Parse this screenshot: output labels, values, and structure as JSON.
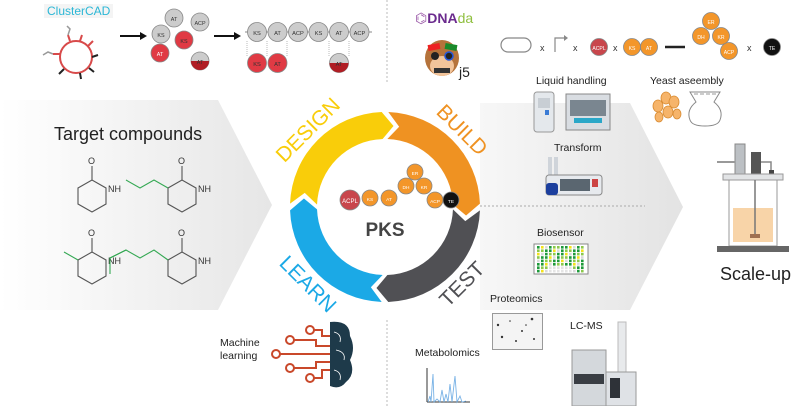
{
  "top_left": {
    "tool_name": "ClusterCAD",
    "tool_color": "#2bb7d6",
    "domain_set_1": [
      "AT",
      "ACP",
      "KS",
      "KS",
      "AT",
      "AT"
    ],
    "chain_top": [
      "KS",
      "AT",
      "ACP",
      "KS",
      "AT",
      "ACP"
    ],
    "chain_bottom": [
      "KS",
      "AT",
      "AT"
    ]
  },
  "top_right": {
    "dnada_logo": {
      "prefix": "DNA",
      "suffix": "da"
    },
    "j5_label": "j5",
    "assembly_parts": [
      "ACPL",
      "KS",
      "AT",
      "ER",
      "DH",
      "KR",
      "ACP",
      "TE"
    ],
    "times_symbol": "x",
    "liquid_handling_label": "Liquid handling",
    "yeast_assembly_label": "Yeast aseembly",
    "transform_label": "Transform"
  },
  "left_panel": {
    "title": "Target compounds",
    "nh_label": "NH",
    "o_label": "O"
  },
  "cycle": {
    "center_label": "PKS",
    "stages": [
      {
        "label": "DESIGN",
        "color": "#f9cd0a"
      },
      {
        "label": "BUILD",
        "color": "#ef9222"
      },
      {
        "label": "TEST",
        "color": "#505054"
      },
      {
        "label": "LEARN",
        "color": "#1ba9e6"
      }
    ],
    "domains": [
      {
        "label": "ACPL",
        "color": "#c8464c"
      },
      {
        "label": "KS",
        "color": "#f3962a"
      },
      {
        "label": "AT",
        "color": "#f3962a"
      },
      {
        "label": "DH",
        "color": "#f3962a"
      },
      {
        "label": "ER",
        "color": "#f3962a"
      },
      {
        "label": "KR",
        "color": "#f3962a"
      },
      {
        "label": "ACP",
        "color": "#f3962a"
      },
      {
        "label": "TE",
        "color": "#111111"
      }
    ]
  },
  "right_test": {
    "biosensor_label": "Biosensor",
    "proteomics_label": "Proteomics",
    "lcms_label": "LC-MS",
    "metabolomics_label": "Metabolomics"
  },
  "bottom_left": {
    "ml_label_line1": "Machine",
    "ml_label_line2": "learning"
  },
  "scale_up": {
    "label": "Scale-up"
  }
}
